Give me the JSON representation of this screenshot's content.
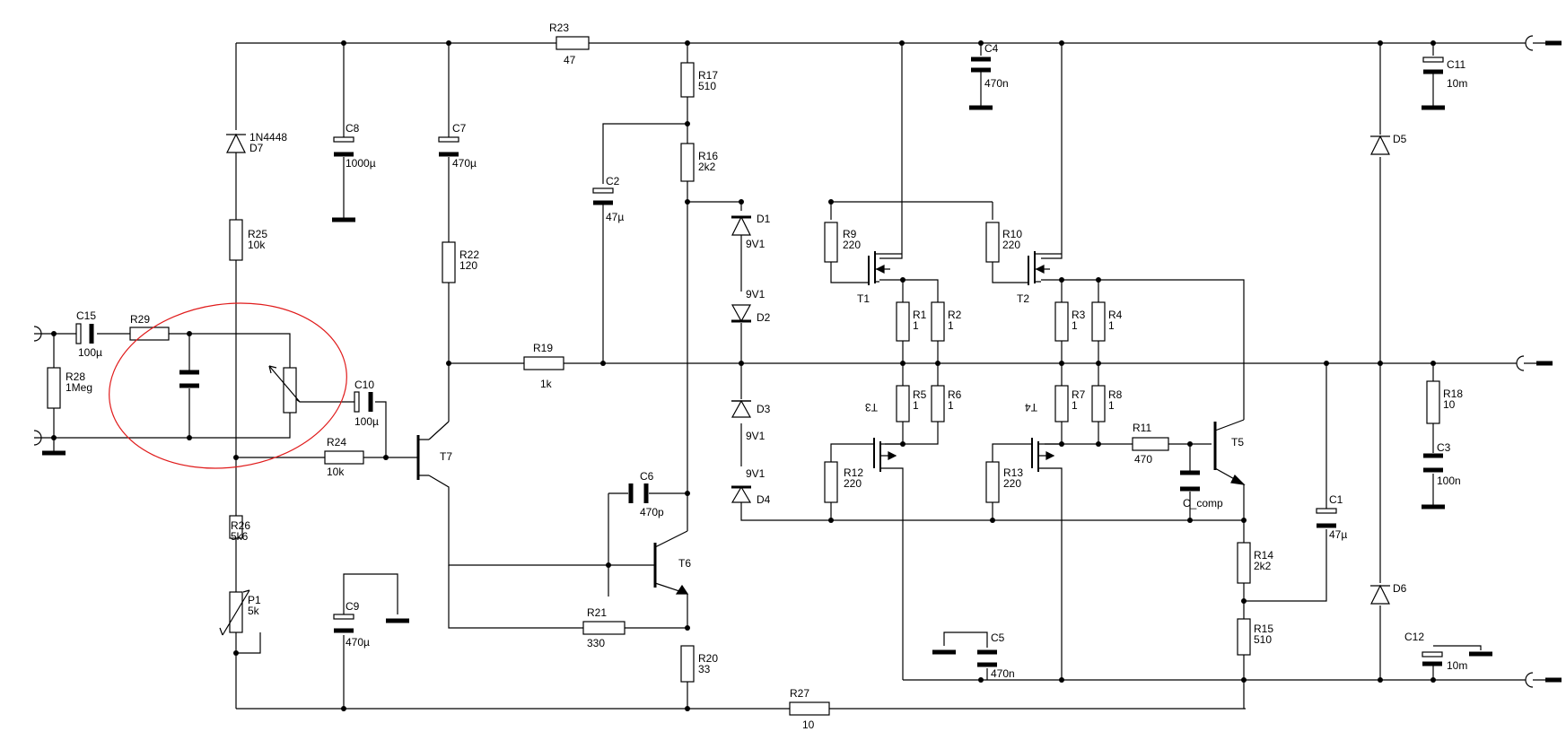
{
  "components": {
    "R23": {
      "name": "R23",
      "value": "47"
    },
    "R17": {
      "name": "R17",
      "value": "510"
    },
    "R16": {
      "name": "R16",
      "value": "2k2"
    },
    "R25": {
      "name": "R25",
      "value": "10k"
    },
    "R22": {
      "name": "R22",
      "value": "120"
    },
    "R19": {
      "name": "R19",
      "value": "1k"
    },
    "R28": {
      "name": "R28",
      "value": "1Meg"
    },
    "R29": {
      "name": "R29",
      "value": ""
    },
    "R24": {
      "name": "R24",
      "value": "10k"
    },
    "R26": {
      "name": "R26",
      "value": "5k6"
    },
    "P1": {
      "name": "P1",
      "value": "5k"
    },
    "R21": {
      "name": "R21",
      "value": "330"
    },
    "R20": {
      "name": "R20",
      "value": "33"
    },
    "R27": {
      "name": "R27",
      "value": "10"
    },
    "R9": {
      "name": "R9",
      "value": "220"
    },
    "R10": {
      "name": "R10",
      "value": "220"
    },
    "R1": {
      "name": "R1",
      "value": "1"
    },
    "R2": {
      "name": "R2",
      "value": "1"
    },
    "R3": {
      "name": "R3",
      "value": "1"
    },
    "R4": {
      "name": "R4",
      "value": "1"
    },
    "R5": {
      "name": "R5",
      "value": "1"
    },
    "R6": {
      "name": "R6",
      "value": "1"
    },
    "R7": {
      "name": "R7",
      "value": "1"
    },
    "R8": {
      "name": "R8",
      "value": "1"
    },
    "R12": {
      "name": "R12",
      "value": "220"
    },
    "R13": {
      "name": "R13",
      "value": "220"
    },
    "R11": {
      "name": "R11",
      "value": "470"
    },
    "R14": {
      "name": "R14",
      "value": "2k2"
    },
    "R15": {
      "name": "R15",
      "value": "510"
    },
    "R18": {
      "name": "R18",
      "value": "10"
    },
    "C8": {
      "name": "C8",
      "value": "1000µ"
    },
    "C7": {
      "name": "C7",
      "value": "470µ"
    },
    "C2": {
      "name": "C2",
      "value": "47µ"
    },
    "C4": {
      "name": "C4",
      "value": "470n"
    },
    "C11": {
      "name": "C11",
      "value": "10m"
    },
    "C15": {
      "name": "C15",
      "value": "100µ"
    },
    "C10": {
      "name": "C10",
      "value": "100µ"
    },
    "C6": {
      "name": "C6",
      "value": "470p"
    },
    "C9": {
      "name": "C9",
      "value": "470µ"
    },
    "C5": {
      "name": "C5",
      "value": "470n"
    },
    "C_comp": {
      "name": "C_comp",
      "value": ""
    },
    "C1": {
      "name": "C1",
      "value": "47µ"
    },
    "C3": {
      "name": "C3",
      "value": "100n"
    },
    "C12": {
      "name": "C12",
      "value": "10m"
    },
    "D7": {
      "name": "D7",
      "value": "1N4448"
    },
    "D1": {
      "name": "D1",
      "value": "9V1"
    },
    "D2": {
      "name": "D2",
      "value": "9V1"
    },
    "D3": {
      "name": "D3",
      "value": "9V1"
    },
    "D4": {
      "name": "D4",
      "value": "9V1"
    },
    "D5": {
      "name": "D5",
      "value": ""
    },
    "D6": {
      "name": "D6",
      "value": ""
    },
    "T1": {
      "name": "T1"
    },
    "T2": {
      "name": "T2"
    },
    "T3": {
      "name": "T3"
    },
    "T4": {
      "name": "T4"
    },
    "T5": {
      "name": "T5"
    },
    "T6": {
      "name": "T6"
    },
    "T7": {
      "name": "T7"
    }
  },
  "highlight": {
    "color": "#e01b1b",
    "shape": "ellipse"
  },
  "wire_color": "#000000"
}
